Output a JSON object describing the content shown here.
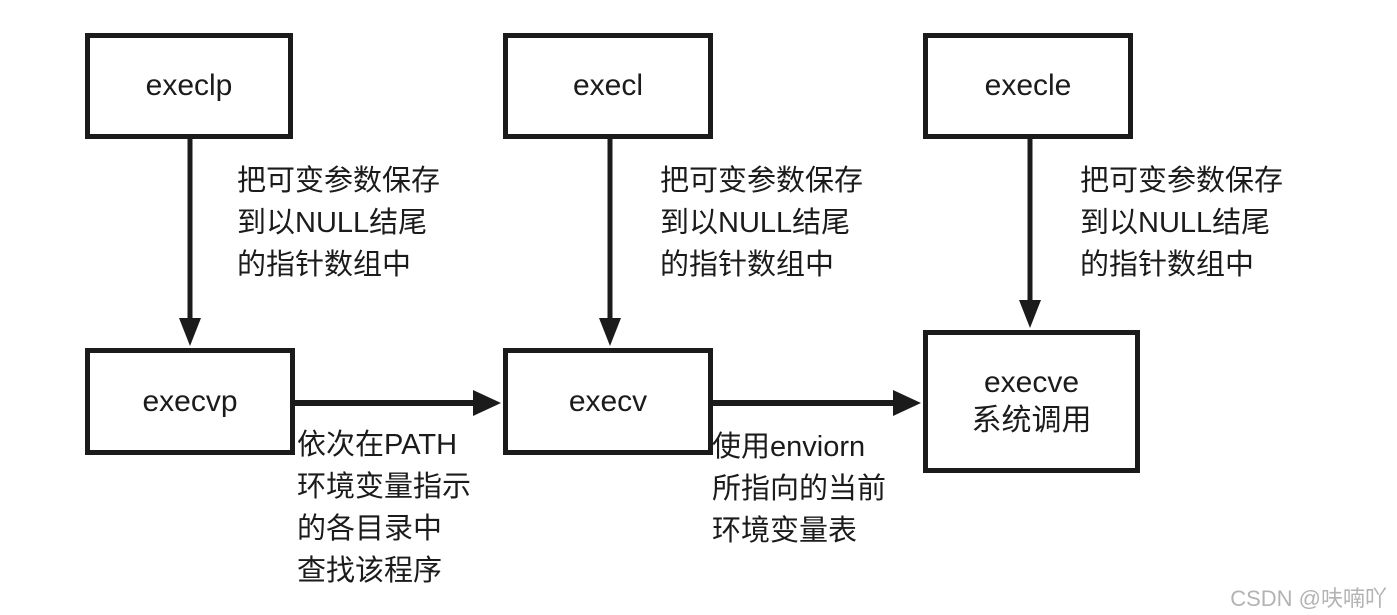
{
  "colors": {
    "ink": "#1b1b1b",
    "background": "#ffffff",
    "watermark": "#b3b3b3"
  },
  "nodes": {
    "execlp": {
      "label": "execlp"
    },
    "execl": {
      "label": "execl"
    },
    "execle": {
      "label": "execle"
    },
    "execvp": {
      "label": "execvp"
    },
    "execv": {
      "label": "execv"
    },
    "execve": {
      "label": "execve",
      "sublabel": "系统调用"
    }
  },
  "annotations": {
    "save_args": [
      "把可变参数保存\n到以NULL结尾\n的指针数组中",
      "把可变参数保存\n到以NULL结尾\n的指针数组中",
      "把可变参数保存\n到以NULL结尾\n的指针数组中"
    ],
    "path_search": "依次在PATH\n环境变量指示\n的各目录中\n查找该程序",
    "environ_use": "使用enviorn\n所指向的当前\n环境变量表"
  },
  "watermark": "CSDN @呋喃吖"
}
